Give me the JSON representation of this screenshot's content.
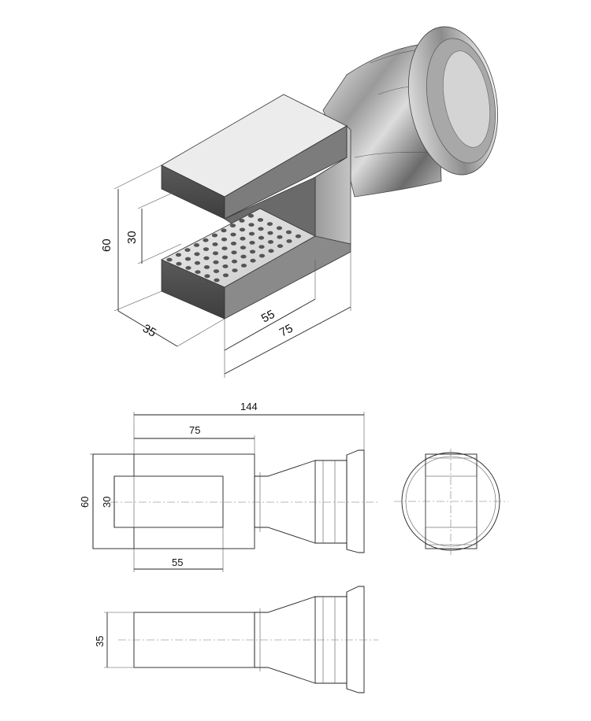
{
  "iso_view": {
    "dims": {
      "height": "60",
      "slot": "30",
      "depth": "35",
      "slot_length": "55",
      "length": "75"
    }
  },
  "front_view": {
    "dims": {
      "overall": "144",
      "length": "75",
      "height": "60",
      "slot": "30",
      "slot_length": "55"
    }
  },
  "bottom_view": {
    "dims": {
      "width": "35"
    }
  },
  "colors": {
    "line": "#222222",
    "metal_light": "#e6e6e6",
    "metal_dark": "#4a4a4a",
    "face_top": "#eeeeee"
  }
}
